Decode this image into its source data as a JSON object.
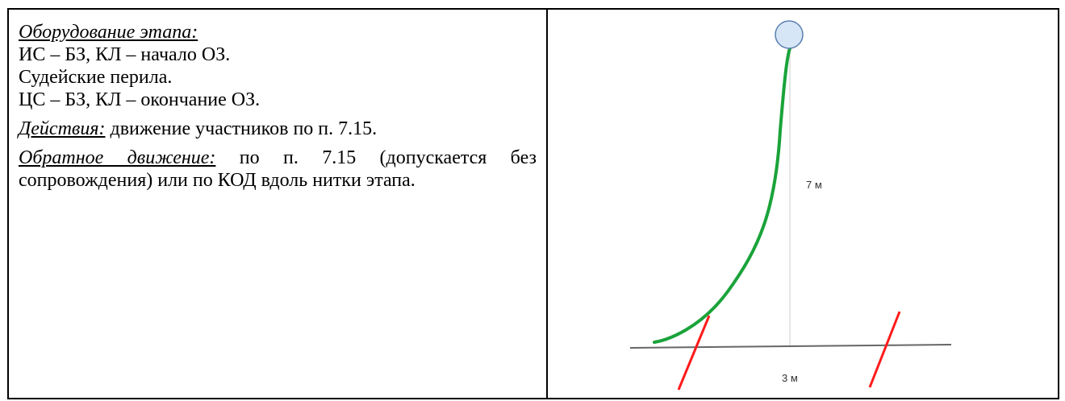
{
  "left_cell": {
    "equipment_label": "Оборудование этапа:",
    "equipment_lines": [
      "ИС – БЗ, КЛ – начало ОЗ.",
      "Судейские перила.",
      "ЦС – БЗ, КЛ – окончание ОЗ."
    ],
    "actions_label": "Действия:",
    "actions_text": " движение участников по п. 7.15.",
    "return_label": "Обратное движение:",
    "return_text": " по п. 7.15 (допускается без сопровождения) или по КОД вдоль нитки этапа."
  },
  "diagram": {
    "height_label": "7 м",
    "width_label": "3 м",
    "colors": {
      "rope": "#1aa33a",
      "markers": "#ff1a1a",
      "anchor_fill": "#d6e6f7",
      "anchor_stroke": "#5a7fae",
      "guide": "#cccccc",
      "ground": "#666666"
    }
  }
}
